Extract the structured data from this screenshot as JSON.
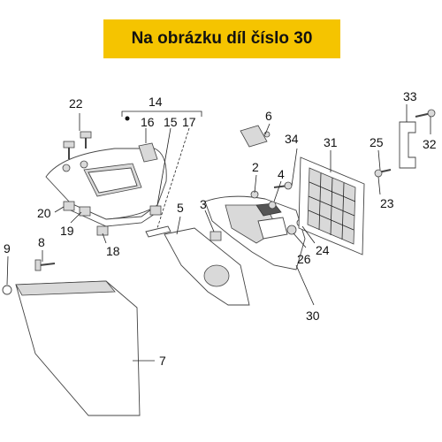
{
  "banner": {
    "text": "Na obrázku díl číslo 30"
  },
  "labels": {
    "l22": "22",
    "l14": "14",
    "l16": "16",
    "l15": "15",
    "l17": "17",
    "l6": "6",
    "l33": "33",
    "l34": "34",
    "l31": "31",
    "l25": "25",
    "l32": "32",
    "l2": "2",
    "l4": "4",
    "l3": "3",
    "l5": "5",
    "l20": "20",
    "l19": "19",
    "l18": "18",
    "l9": "9",
    "l8": "8",
    "l23": "23",
    "l26": "26",
    "l24": "24",
    "l30": "30",
    "l7": "7"
  }
}
